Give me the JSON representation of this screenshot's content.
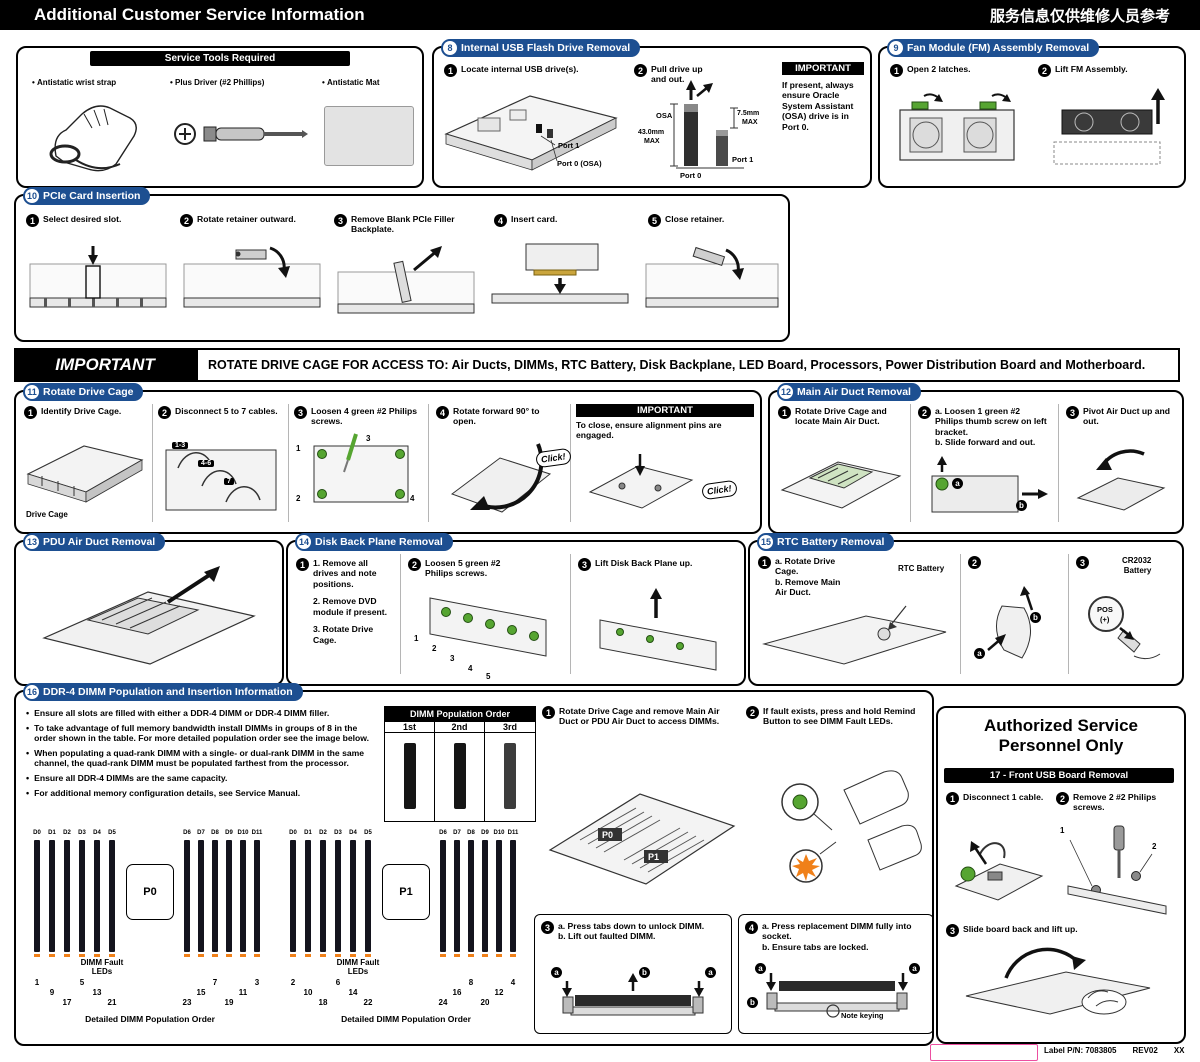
{
  "colors": {
    "accent_blue": "#1d4f91",
    "screw_green": "#56a531",
    "led_orange": "#f08019",
    "diecut_pink": "#ec4fa0"
  },
  "top_bar": {
    "title": "Additional Customer Service Information",
    "title_cn": "服务信息仅供维修人员参考"
  },
  "service_tools": {
    "title": "Service Tools Required",
    "items": [
      "Antistatic wrist strap",
      "Plus Driver (#2 Phillips)",
      "Antistatic Mat"
    ]
  },
  "usb": {
    "num": "8",
    "title": "Internal USB Flash Drive Removal",
    "step1": {
      "n": "1",
      "text": "Locate internal USB drive(s)."
    },
    "step2": {
      "n": "2",
      "text": "Pull drive up and out."
    },
    "callouts": {
      "port1": "Port 1",
      "port0_osa": "Port 0 (OSA)",
      "h_max": [
        "7.5mm",
        "MAX"
      ],
      "osa": "OSA",
      "v_max": [
        "43.0mm",
        "MAX"
      ],
      "port1b": "Port 1",
      "port0b": "Port 0"
    },
    "important": {
      "title": "IMPORTANT",
      "text": "If present, always ensure Oracle System Assistant (OSA) drive is in Port 0."
    }
  },
  "fan": {
    "num": "9",
    "title": "Fan Module (FM) Assembly Removal",
    "step1": {
      "n": "1",
      "text": "Open 2 latches."
    },
    "step2": {
      "n": "2",
      "text": "Lift FM Assembly."
    }
  },
  "pcie": {
    "num": "10",
    "title": "PCIe Card Insertion",
    "steps": [
      {
        "n": "1",
        "text": "Select desired slot."
      },
      {
        "n": "2",
        "text": "Rotate retainer outward."
      },
      {
        "n": "3",
        "text": "Remove Blank PCIe Filler Backplate."
      },
      {
        "n": "4",
        "text": "Insert card."
      },
      {
        "n": "5",
        "text": "Close retainer."
      }
    ]
  },
  "important_banner": {
    "label": "IMPORTANT",
    "text": "ROTATE DRIVE CAGE FOR ACCESS TO: Air Ducts, DIMMs, RTC Battery,  Disk Backplane, LED Board, Processors, Power Distribution Board and Motherboard."
  },
  "rotate_cage": {
    "num": "11",
    "title": "Rotate Drive Cage",
    "steps": [
      {
        "n": "1",
        "text": "Identify Drive Cage."
      },
      {
        "n": "2",
        "text": "Disconnect 5 to 7 cables."
      },
      {
        "n": "3",
        "text": "Loosen 4 green #2 Philips screws."
      },
      {
        "n": "4",
        "text": "Rotate forward 90° to open."
      }
    ],
    "drive_cage_label": "Drive Cage",
    "cable_tags": [
      "1-3",
      "4-6",
      "7"
    ],
    "screw_nums": [
      "1",
      "2",
      "3",
      "4"
    ],
    "click": "Click!",
    "important": {
      "title": "IMPORTANT",
      "text": "To close, ensure alignment pins are engaged.",
      "click": "Click!"
    }
  },
  "air_duct": {
    "num": "12",
    "title": "Main Air Duct Removal",
    "step1": {
      "n": "1",
      "text": "Rotate Drive Cage and locate Main Air Duct."
    },
    "step2": {
      "n": "2",
      "line_a": "a. Loosen 1 green #2 Philips thumb screw on left bracket.",
      "line_b": "b. Slide forward and out."
    },
    "step3": {
      "n": "3",
      "text": "Pivot Air Duct up and out."
    },
    "marker_a": "a",
    "marker_b": "b"
  },
  "pdu_duct": {
    "num": "13",
    "title": "PDU Air Duct Removal"
  },
  "backplane": {
    "num": "14",
    "title": "Disk Back Plane Removal",
    "step1": {
      "n": "1",
      "lines": [
        "1.  Remove all drives and note positions.",
        "2.  Remove DVD module if present.",
        "3.  Rotate Drive Cage."
      ]
    },
    "step2": {
      "n": "2",
      "text": "Loosen 5 green #2 Philips screws."
    },
    "step3": {
      "n": "3",
      "text": "Lift Disk Back Plane up."
    },
    "screw_nums": [
      "1",
      "2",
      "3",
      "4",
      "5"
    ]
  },
  "rtc": {
    "num": "15",
    "title": "RTC Battery Removal",
    "step1": {
      "n": "1",
      "line_a": "a. Rotate Drive Cage.",
      "line_b": "b. Remove Main Air Duct."
    },
    "step2": {
      "n": "2"
    },
    "step3": {
      "n": "3"
    },
    "rtc_label": "RTC Battery",
    "battery_label_1": "CR2032",
    "battery_label_2": "Battery",
    "pos_label": "POS",
    "plus_label": "(+)",
    "marker_a": "a",
    "marker_b": "b"
  },
  "dimm": {
    "num": "16",
    "title": "DDR-4 DIMM Population and Insertion Information",
    "bullets": [
      "Ensure all slots are filled with either a DDR-4 DIMM or DDR-4 DIMM filler.",
      "To take advantage of full memory bandwidth install DIMMs in groups of 8 in the order shown in the table. For more detailed population order see the image below.",
      "When populating a quad-rank DIMM with a single- or dual-rank DIMM in the same channel, the quad-rank DIMM must be populated farthest from the processor.",
      "Ensure all DDR-4 DIMMs are the same capacity.",
      "For additional memory configuration details, see Service Manual."
    ],
    "table": {
      "title": "DIMM Population Order",
      "cols": [
        "1st",
        "2nd",
        "3rd"
      ]
    },
    "step1": {
      "n": "1",
      "text": "Rotate Drive Cage and remove Main Air Duct or PDU Air Duct to access DIMMs."
    },
    "step2": {
      "n": "2",
      "text": "If fault exists, press and hold Remind Button to see DIMM Fault LEDs."
    },
    "step3": {
      "n": "3",
      "line_a": "a. Press tabs down to unlock DIMM.",
      "line_b": "b. Lift out faulted DIMM."
    },
    "step4": {
      "n": "4",
      "line_a": "a. Press replacement DIMM fully into socket.",
      "line_b": "b. Ensure tabs are locked.",
      "note": "Note keying"
    },
    "illus_p0": "P0",
    "illus_p1": "P1",
    "marker_a": "a",
    "marker_b": "b",
    "p0": {
      "cpu": "P0",
      "slots_left": [
        "D0",
        "D1",
        "D2",
        "D3",
        "D4",
        "D5"
      ],
      "slots_right": [
        "D6",
        "D7",
        "D8",
        "D9",
        "D10",
        "D11"
      ],
      "fault_1": "DIMM Fault",
      "fault_2": "LEDs",
      "order_left": [
        "1",
        "9",
        "17",
        "5",
        "13",
        "21"
      ],
      "order_right": [
        "23",
        "15",
        "7",
        "19",
        "11",
        "3"
      ],
      "caption": "Detailed DIMM Population Order"
    },
    "p1": {
      "cpu": "P1",
      "slots_left": [
        "D0",
        "D1",
        "D2",
        "D3",
        "D4",
        "D5"
      ],
      "slots_right": [
        "D6",
        "D7",
        "D8",
        "D9",
        "D10",
        "D11"
      ],
      "fault_1": "DIMM Fault",
      "fault_2": "LEDs",
      "order_left": [
        "2",
        "10",
        "18",
        "6",
        "14",
        "22"
      ],
      "order_right": [
        "24",
        "16",
        "8",
        "20",
        "12",
        "4"
      ],
      "caption": "Detailed DIMM Population Order"
    }
  },
  "authorized": {
    "title_line1": "Authorized Service",
    "title_line2": "Personnel Only",
    "section": "17 - Front USB Board Removal",
    "step1": {
      "n": "1",
      "text": "Disconnect 1 cable."
    },
    "step2": {
      "n": "2",
      "text": "Remove 2 #2 Philips screws."
    },
    "step3": {
      "n": "3",
      "text": "Slide board back and lift up."
    },
    "callout1": "1",
    "callout2": "2"
  },
  "footer": {
    "label_pn": "Label P/N: 7083805",
    "rev": "REV02",
    "xx": "XX"
  }
}
